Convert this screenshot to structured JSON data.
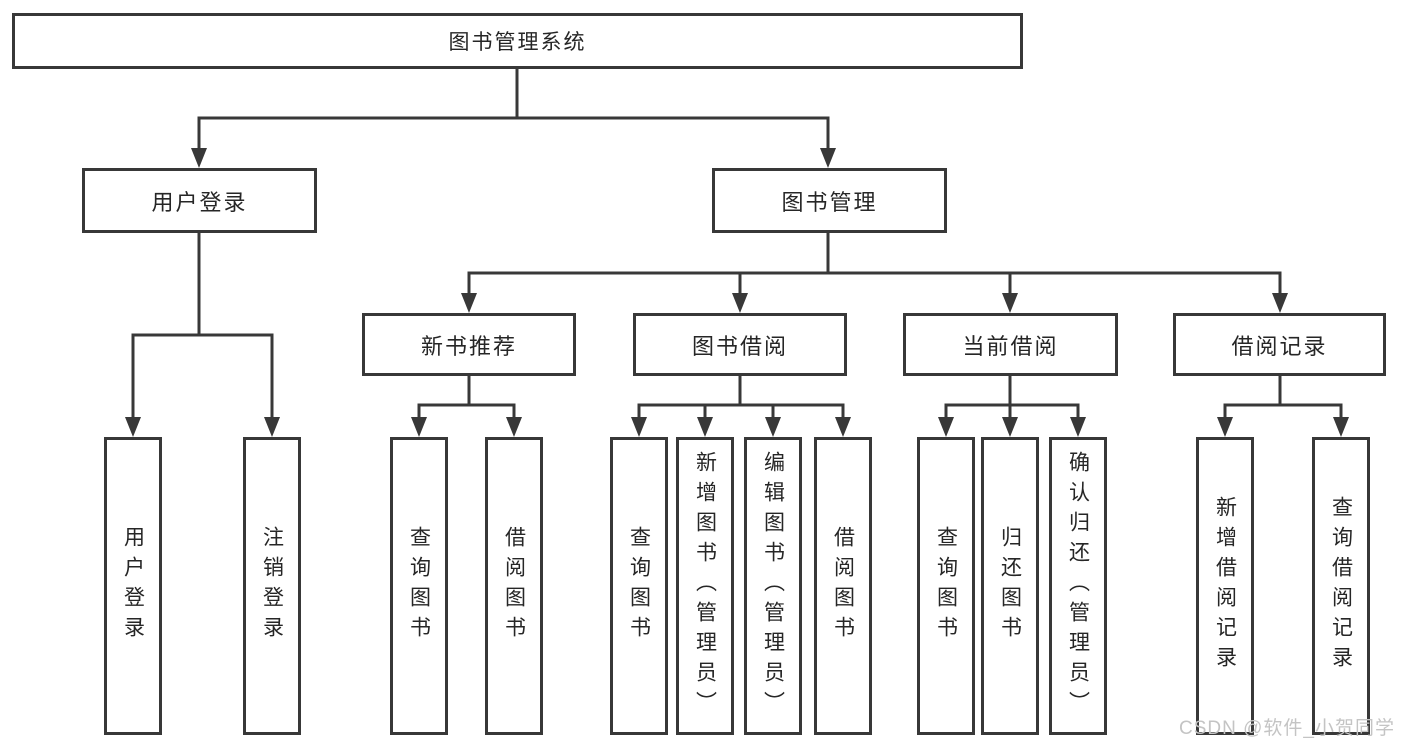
{
  "tree": {
    "root": {
      "label": "图书管理系统"
    },
    "branches": [
      {
        "label": "用户登录",
        "children": [
          {
            "label": "用户登录"
          },
          {
            "label": "注销登录"
          }
        ]
      },
      {
        "label": "图书管理",
        "children": [
          {
            "label": "新书推荐",
            "children": [
              {
                "label": "查询图书"
              },
              {
                "label": "借阅图书"
              }
            ]
          },
          {
            "label": "图书借阅",
            "children": [
              {
                "label": "查询图书"
              },
              {
                "label": "新增图书（管理员）"
              },
              {
                "label": "编辑图书（管理员）"
              },
              {
                "label": "借阅图书"
              }
            ]
          },
          {
            "label": "当前借阅",
            "children": [
              {
                "label": "查询图书"
              },
              {
                "label": "归还图书"
              },
              {
                "label": "确认归还（管理员）"
              }
            ]
          },
          {
            "label": "借阅记录",
            "children": [
              {
                "label": "新增借阅记录"
              },
              {
                "label": "查询借阅记录"
              }
            ]
          }
        ]
      }
    ]
  },
  "watermark": {
    "text": "CSDN @软件_小贺同学"
  },
  "colors": {
    "line": "#383838",
    "text": "#262626",
    "watermark": "#c4c4c4",
    "background": "#ffffff"
  }
}
